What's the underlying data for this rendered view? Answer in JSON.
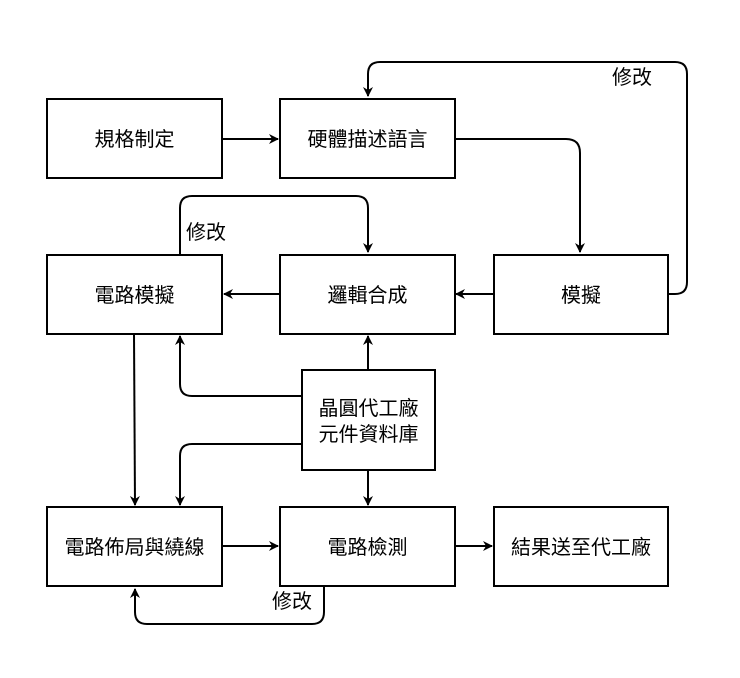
{
  "nodes": {
    "spec": "規格制定",
    "hdl": "硬體描述語言",
    "circuit_sim": "電路模擬",
    "synthesis": "邏輯合成",
    "simulation": "模擬",
    "foundry_lib": [
      "晶圓代工廠",
      "元件資料庫"
    ],
    "place_route": "電路佈局與繞線",
    "verification": "電路檢測",
    "tapeout": "結果送至代工廠"
  },
  "edge_labels": {
    "sim_to_hdl": "修改",
    "circuit_sim_to_synthesis": "修改",
    "verification_to_place_route": "修改"
  }
}
